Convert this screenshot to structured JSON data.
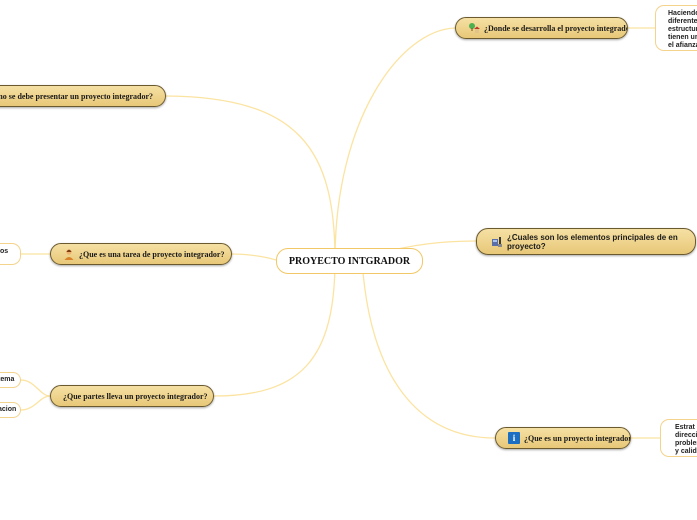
{
  "center": {
    "title": "PROYECTO INTGRADOR"
  },
  "topics": {
    "donde": "¿Donde se desarrolla el proyecto integrador?",
    "como": "¿Como se debe presentar un proyecto integrador?",
    "elementos": "¿Cuales son los elementos principales de en proyecto?",
    "tarea": "¿Que es una tarea de proyecto integrador?",
    "partes": "¿Que partes lleva un proyecto integrador?",
    "que_es": "¿Que es un proyecto integrador?"
  },
  "leaves": {
    "donde_detail": [
      "Haciendo",
      "diferente",
      "estructur",
      "tienen ur",
      "el afianza"
    ],
    "tarea_detail": "os",
    "partes_detail_1": "tema",
    "partes_detail_2": "acion",
    "que_es_detail": [
      "Estrat",
      "direcci",
      "probler",
      "y calida"
    ]
  },
  "icons": {
    "donde": "house-tree-icon",
    "elementos": "tools-icon",
    "tarea": "person-icon",
    "que_es": "info-icon"
  },
  "colors": {
    "link": "#fbe3a1",
    "node": "#eccf86",
    "node_border": "#6b5a2e",
    "info": "#1b6ec2"
  }
}
